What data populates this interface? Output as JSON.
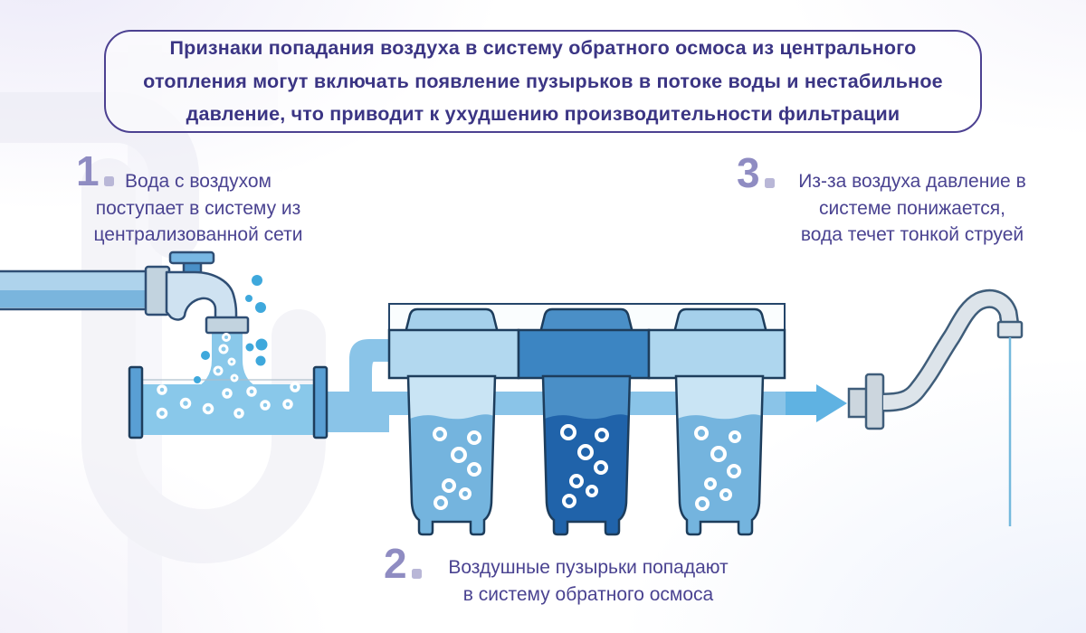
{
  "banner": {
    "lines": [
      "Признаки попадания воздуха в систему обратного осмоса из центрального",
      "отопления могут включать появление пузырьков в потоке воды и нестабильное",
      "давление, что приводит к ухудшению производительности фильтрации"
    ]
  },
  "steps": [
    {
      "number": "1",
      "lines": [
        "Вода с воздухом",
        "поступает в систему из",
        "централизованной сети"
      ]
    },
    {
      "number": "2",
      "lines": [
        "Воздушные пузырьки попадают",
        "в систему обратного осмоса"
      ]
    },
    {
      "number": "3",
      "lines": [
        "Из-за воздуха давление в",
        "системе понижается,",
        "вода течет тонкой струей"
      ]
    }
  ],
  "colors": {
    "banner_border": "#4c4191",
    "banner_text": "#3b3584",
    "step_text": "#4a4391",
    "step_number": "#8f8cc2",
    "step_number_dot": "#b9b7d7",
    "water_blue": "#89c8ea",
    "air_bubble_blue": "#3ea8dc",
    "filter_dark_blue": "#2063aa",
    "filter_light_blue": "#c9e4f4",
    "outline_navy": "#1d3d5c",
    "metal_grey": "#dde4ea"
  },
  "diagram": {
    "parts": [
      "inlet-pipe",
      "inlet-valve",
      "water-stream",
      "tee-junction",
      "air-bubbles",
      "riser-pipe",
      "filter-unit",
      "flow-arrow",
      "outlet-faucet",
      "thin-water-stream",
      "faucet-watermark"
    ]
  }
}
